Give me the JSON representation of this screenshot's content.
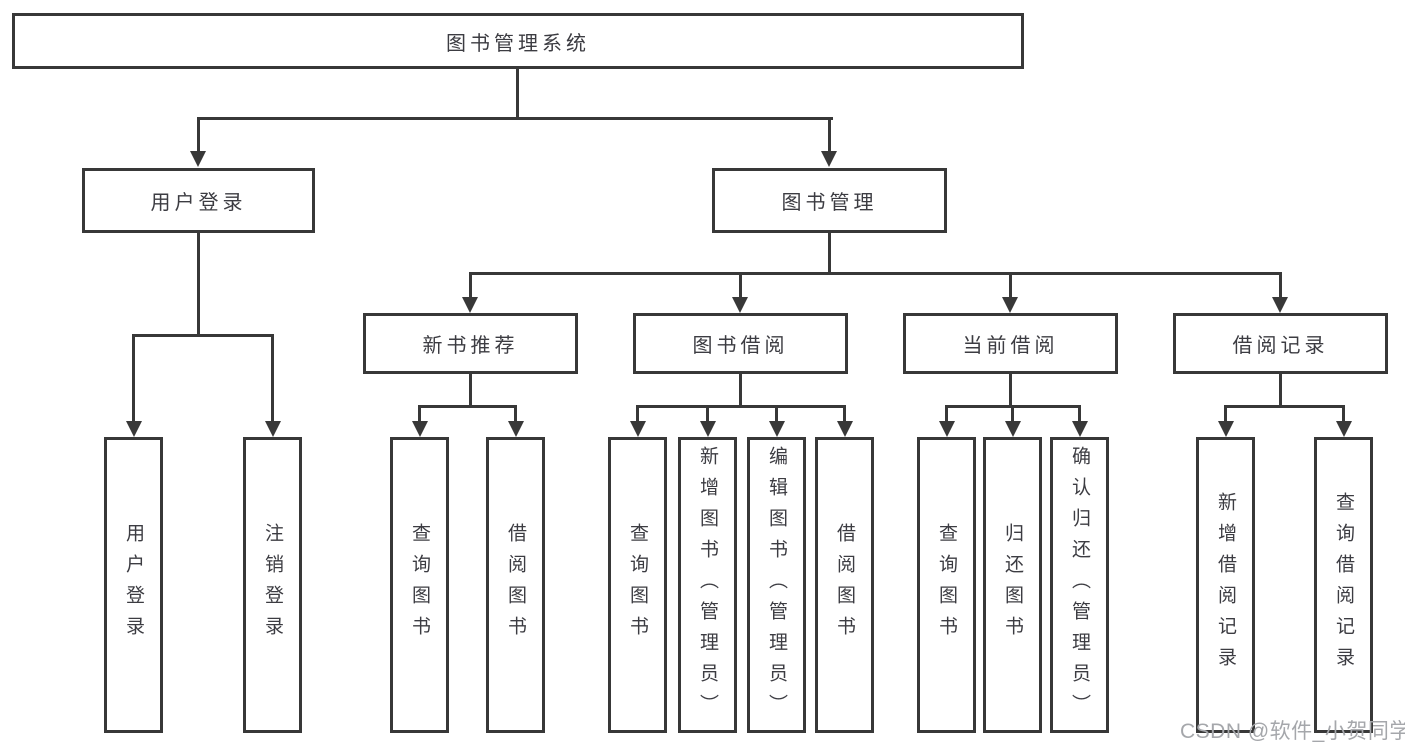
{
  "diagram": {
    "line_color": "#383838",
    "box_border_color": "#383838",
    "text_color": "#3c3c42",
    "tree": {
      "label": "图书管理系统",
      "children": [
        {
          "label": "用户登录",
          "children": [
            {
              "label": "用户登录"
            },
            {
              "label": "注销登录"
            }
          ]
        },
        {
          "label": "图书管理",
          "children": [
            {
              "label": "新书推荐",
              "children": [
                {
                  "label": "查询图书"
                },
                {
                  "label": "借阅图书"
                }
              ]
            },
            {
              "label": "图书借阅",
              "children": [
                {
                  "label": "查询图书"
                },
                {
                  "label": "新增图书（管理员）"
                },
                {
                  "label": "编辑图书（管理员）"
                },
                {
                  "label": "借阅图书"
                }
              ]
            },
            {
              "label": "当前借阅",
              "children": [
                {
                  "label": "查询图书"
                },
                {
                  "label": "归还图书"
                },
                {
                  "label": "确认归还（管理员）"
                }
              ]
            },
            {
              "label": "借阅记录",
              "children": [
                {
                  "label": "新增借阅记录"
                },
                {
                  "label": "查询借阅记录"
                }
              ]
            }
          ]
        }
      ]
    }
  },
  "watermark": {
    "text": "CSDN @软件_小贺同学",
    "color": "#a5a7ab"
  }
}
